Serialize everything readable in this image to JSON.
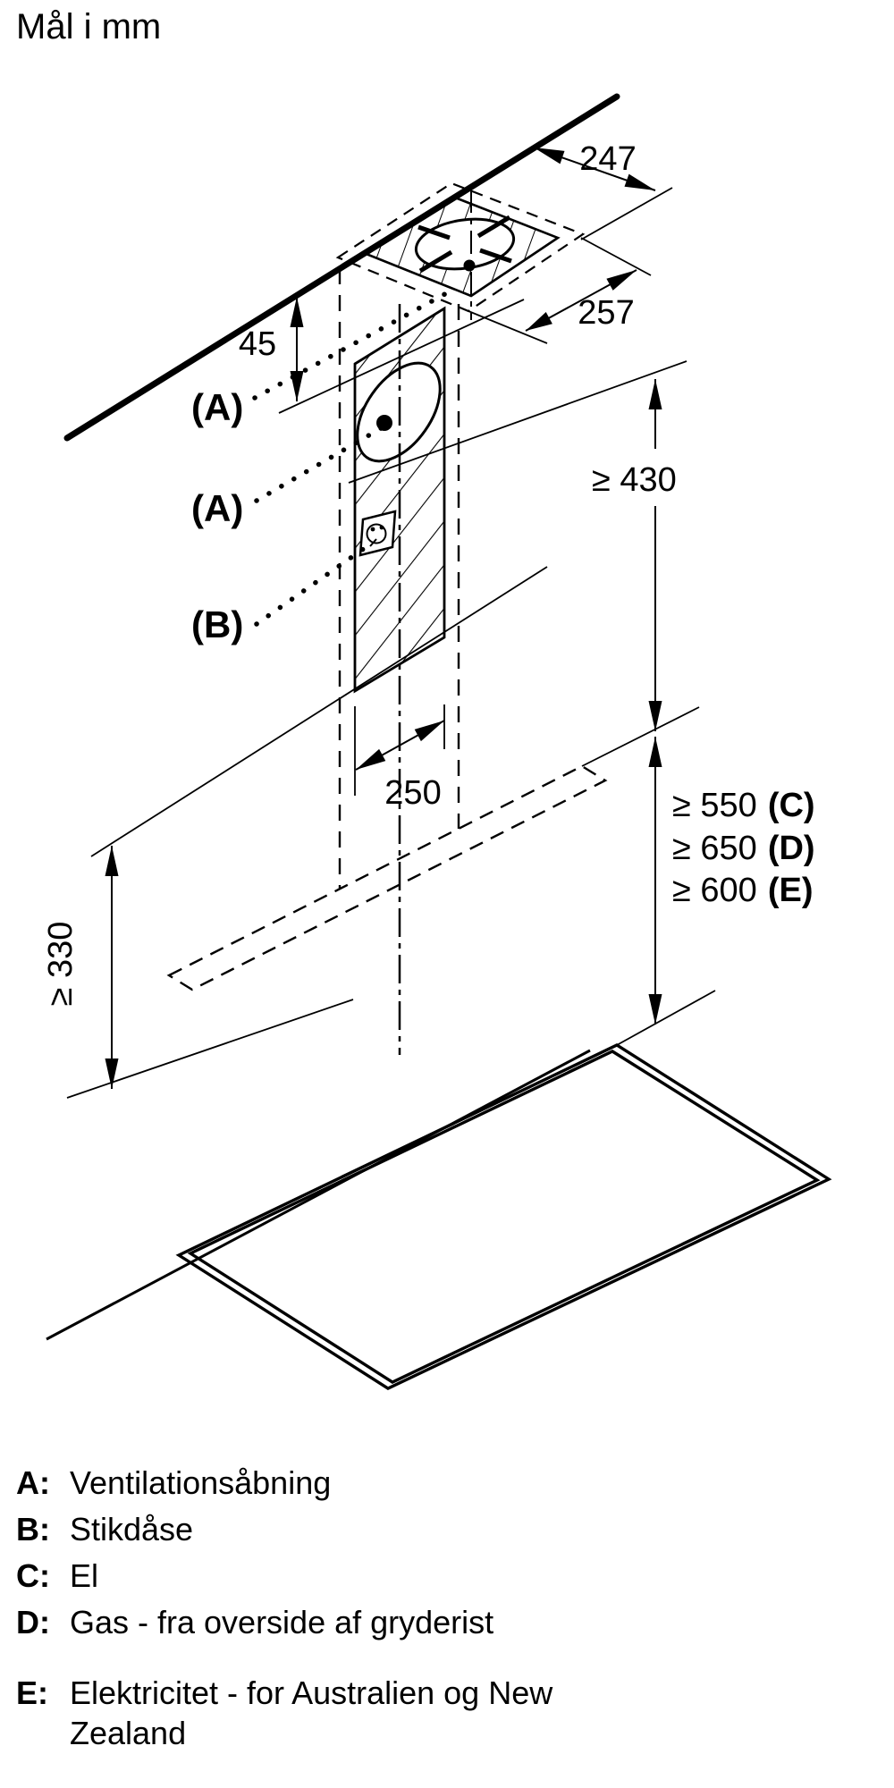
{
  "title": "Mål i mm",
  "dimensions": {
    "d247": "247",
    "d257": "257",
    "d45": "45",
    "d250": "250",
    "d430": "≥ 430",
    "d330": "≥ 330",
    "d550": {
      "value": "≥ 550",
      "suffix": "(C)"
    },
    "d650": {
      "value": "≥ 650",
      "suffix": "(D)"
    },
    "d600": {
      "value": "≥ 600",
      "suffix": "(E)"
    }
  },
  "labels": {
    "a1": "(A)",
    "a2": "(A)",
    "b": "(B)"
  },
  "legend": {
    "items": [
      {
        "key": "A:",
        "text": "Ventilationsåbning"
      },
      {
        "key": "B:",
        "text": "Stikdåse"
      },
      {
        "key": "C:",
        "text": "El"
      },
      {
        "key": "D:",
        "text": "Gas - fra overside af gryderist"
      },
      {
        "key": "E:",
        "text": "Elektricitet - for Australien og New Zealand"
      }
    ]
  },
  "colors": {
    "ink": "#000000",
    "background": "#ffffff"
  }
}
